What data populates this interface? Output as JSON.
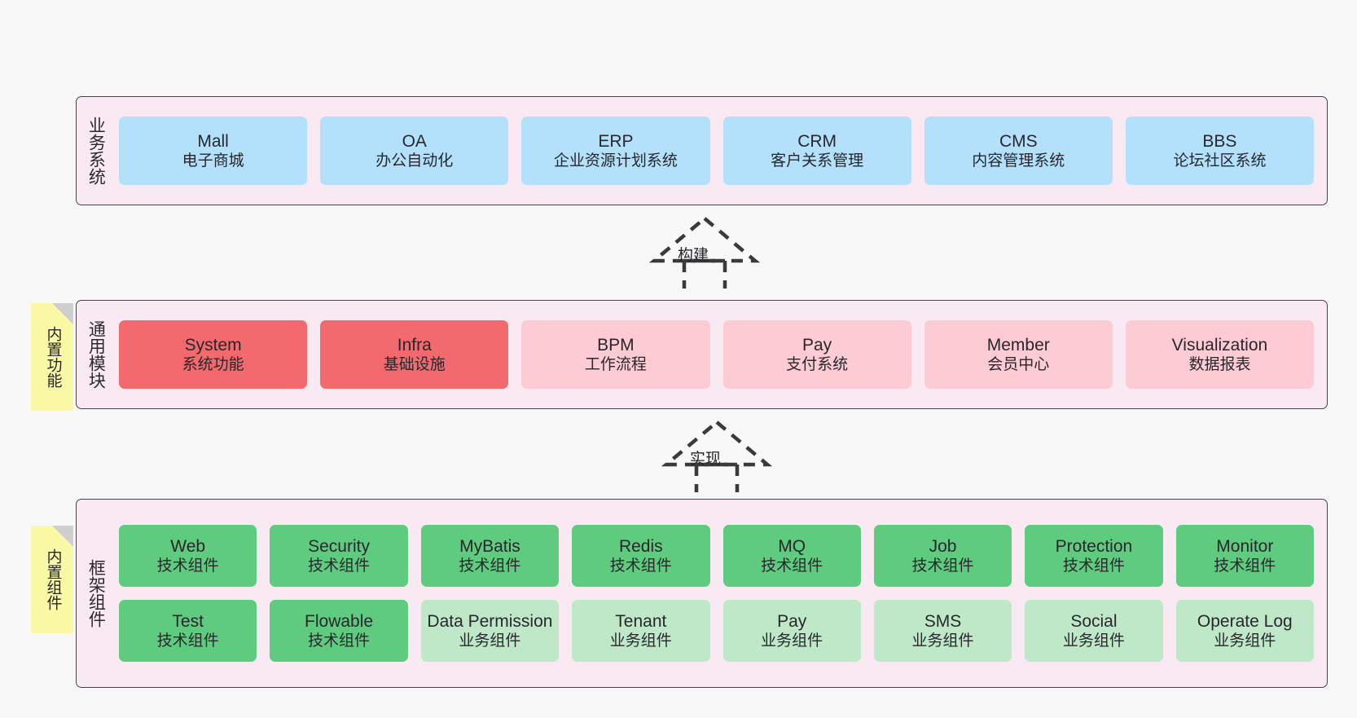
{
  "diagram": {
    "background_color": "#f8f8f8",
    "panel_fill": "#f8f8f8",
    "layer_fill": "#f8e9f3",
    "layer_border": "#4a4248",
    "note_fill": "#fbf8a6"
  },
  "layers": [
    {
      "id": "business-systems",
      "title": "业务系统",
      "card_color": "#b3e0fb",
      "rows": [
        {
          "cards": [
            {
              "en": "Mall",
              "cn": "电子商城"
            },
            {
              "en": "OA",
              "cn": "办公自动化"
            },
            {
              "en": "ERP",
              "cn": "企业资源计划系统"
            },
            {
              "en": "CRM",
              "cn": "客户关系管理"
            },
            {
              "en": "CMS",
              "cn": "内容管理系统"
            },
            {
              "en": "BBS",
              "cn": "论坛社区系统"
            }
          ]
        }
      ]
    },
    {
      "id": "common-modules",
      "title": "通用模块",
      "note": "内置功能",
      "rows": [
        {
          "cards": [
            {
              "en": "System",
              "cn": "系统功能",
              "color": "#f2696e"
            },
            {
              "en": "Infra",
              "cn": "基础设施",
              "color": "#f2696e"
            },
            {
              "en": "BPM",
              "cn": "工作流程",
              "color": "#fccbd4"
            },
            {
              "en": "Pay",
              "cn": "支付系统",
              "color": "#fccbd4"
            },
            {
              "en": "Member",
              "cn": "会员中心",
              "color": "#fccbd4"
            },
            {
              "en": "Visualization",
              "cn": "数据报表",
              "color": "#fccbd4"
            }
          ]
        }
      ]
    },
    {
      "id": "framework-components",
      "title": "框架组件",
      "note": "内置组件",
      "rows": [
        {
          "cards": [
            {
              "en": "Web",
              "cn": "技术组件",
              "color": "#5ecb7f"
            },
            {
              "en": "Security",
              "cn": "技术组件",
              "color": "#5ecb7f"
            },
            {
              "en": "MyBatis",
              "cn": "技术组件",
              "color": "#5ecb7f"
            },
            {
              "en": "Redis",
              "cn": "技术组件",
              "color": "#5ecb7f"
            },
            {
              "en": "MQ",
              "cn": "技术组件",
              "color": "#5ecb7f"
            },
            {
              "en": "Job",
              "cn": "技术组件",
              "color": "#5ecb7f"
            },
            {
              "en": "Protection",
              "cn": "技术组件",
              "color": "#5ecb7f"
            },
            {
              "en": "Monitor",
              "cn": "技术组件",
              "color": "#5ecb7f"
            }
          ]
        },
        {
          "cards": [
            {
              "en": "Test",
              "cn": "技术组件",
              "color": "#5ecb7f"
            },
            {
              "en": "Flowable",
              "cn": "技术组件",
              "color": "#5ecb7f"
            },
            {
              "en": "Data Permission",
              "cn": "业务组件",
              "color": "#bfe8c9"
            },
            {
              "en": "Tenant",
              "cn": "业务组件",
              "color": "#bfe8c9"
            },
            {
              "en": "Pay",
              "cn": "业务组件",
              "color": "#bfe8c9"
            },
            {
              "en": "SMS",
              "cn": "业务组件",
              "color": "#bfe8c9"
            },
            {
              "en": "Social",
              "cn": "业务组件",
              "color": "#bfe8c9"
            },
            {
              "en": "Operate Log",
              "cn": "业务组件",
              "color": "#bfe8c9"
            }
          ]
        }
      ]
    }
  ],
  "connectors": [
    {
      "id": "build",
      "label": "构建",
      "style": "dashed-hollow-arrow-up"
    },
    {
      "id": "implement",
      "label": "实现",
      "style": "dashed-hollow-arrow-up"
    }
  ]
}
